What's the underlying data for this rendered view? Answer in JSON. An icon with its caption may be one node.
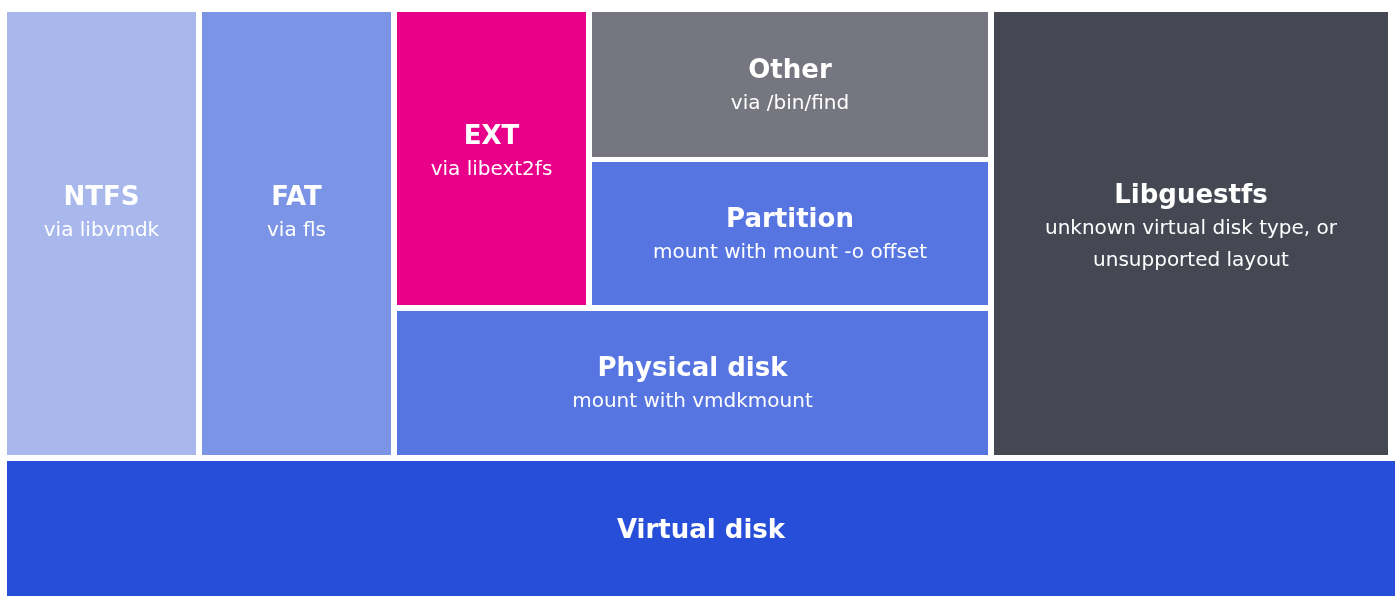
{
  "diagram": {
    "nodes": [
      {
        "text": [
          "NTFS",
          "via libvmdk"
        ]
      },
      {
        "text": [
          "FAT",
          "via fls"
        ]
      },
      {
        "text": [
          "EXT",
          "via libext2fs"
        ]
      },
      {
        "text": [
          "Other",
          "via /bin/find"
        ]
      },
      {
        "text": [
          "Partition",
          "mount with mount -o offset"
        ]
      },
      {
        "text": [
          "Physical disk",
          "mount with vmdkmount"
        ]
      },
      {
        "text": [
          "Libguestfs",
          "unknown virtual disk type, or unsupported layout"
        ]
      },
      {
        "text": [
          "Virtual disk"
        ]
      }
    ]
  }
}
